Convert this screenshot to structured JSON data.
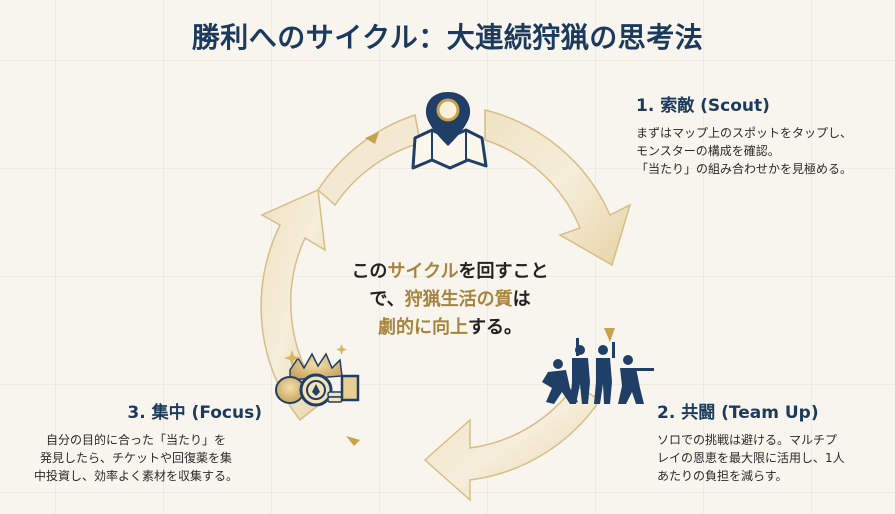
{
  "title": "勝利へのサイクル：大連続狩猟の思考法",
  "colors": {
    "title": "#1c3a5c",
    "accent_gold": "#a8843f",
    "icon_navy": "#1f3f66",
    "background": "#f8f5ee"
  },
  "center": {
    "line1_a": "この",
    "line1_b": "サイクル",
    "line1_c": "を回すこと",
    "line2_a": "で、",
    "line2_b": "狩猟生活の質",
    "line2_c": "は",
    "line3_a": "劇的に向上",
    "line3_b": "する。"
  },
  "steps": [
    {
      "title": "1. 索敵 (Scout)",
      "icon": "map-pin-icon",
      "lines": [
        "まずはマップ上のスポットをタップし、",
        "モンスターの構成を確認。",
        "「当たり」の組み合わせかを見極める。"
      ]
    },
    {
      "title": "2. 共闘 (Team Up)",
      "icon": "team-silhouette-icon",
      "lines": [
        "ソロでの挑戦は避ける。マルチプ",
        "レイの恩恵を最大限に活用し、1人",
        "あたりの負担を減らす。"
      ]
    },
    {
      "title": "3. 集中 (Focus)",
      "icon": "treasure-items-icon",
      "lines": [
        "自分の目的に合った「当たり」を",
        "発見したら、チケットや回復薬を集",
        "中投資し、効率よく素材を収集する。"
      ]
    }
  ]
}
